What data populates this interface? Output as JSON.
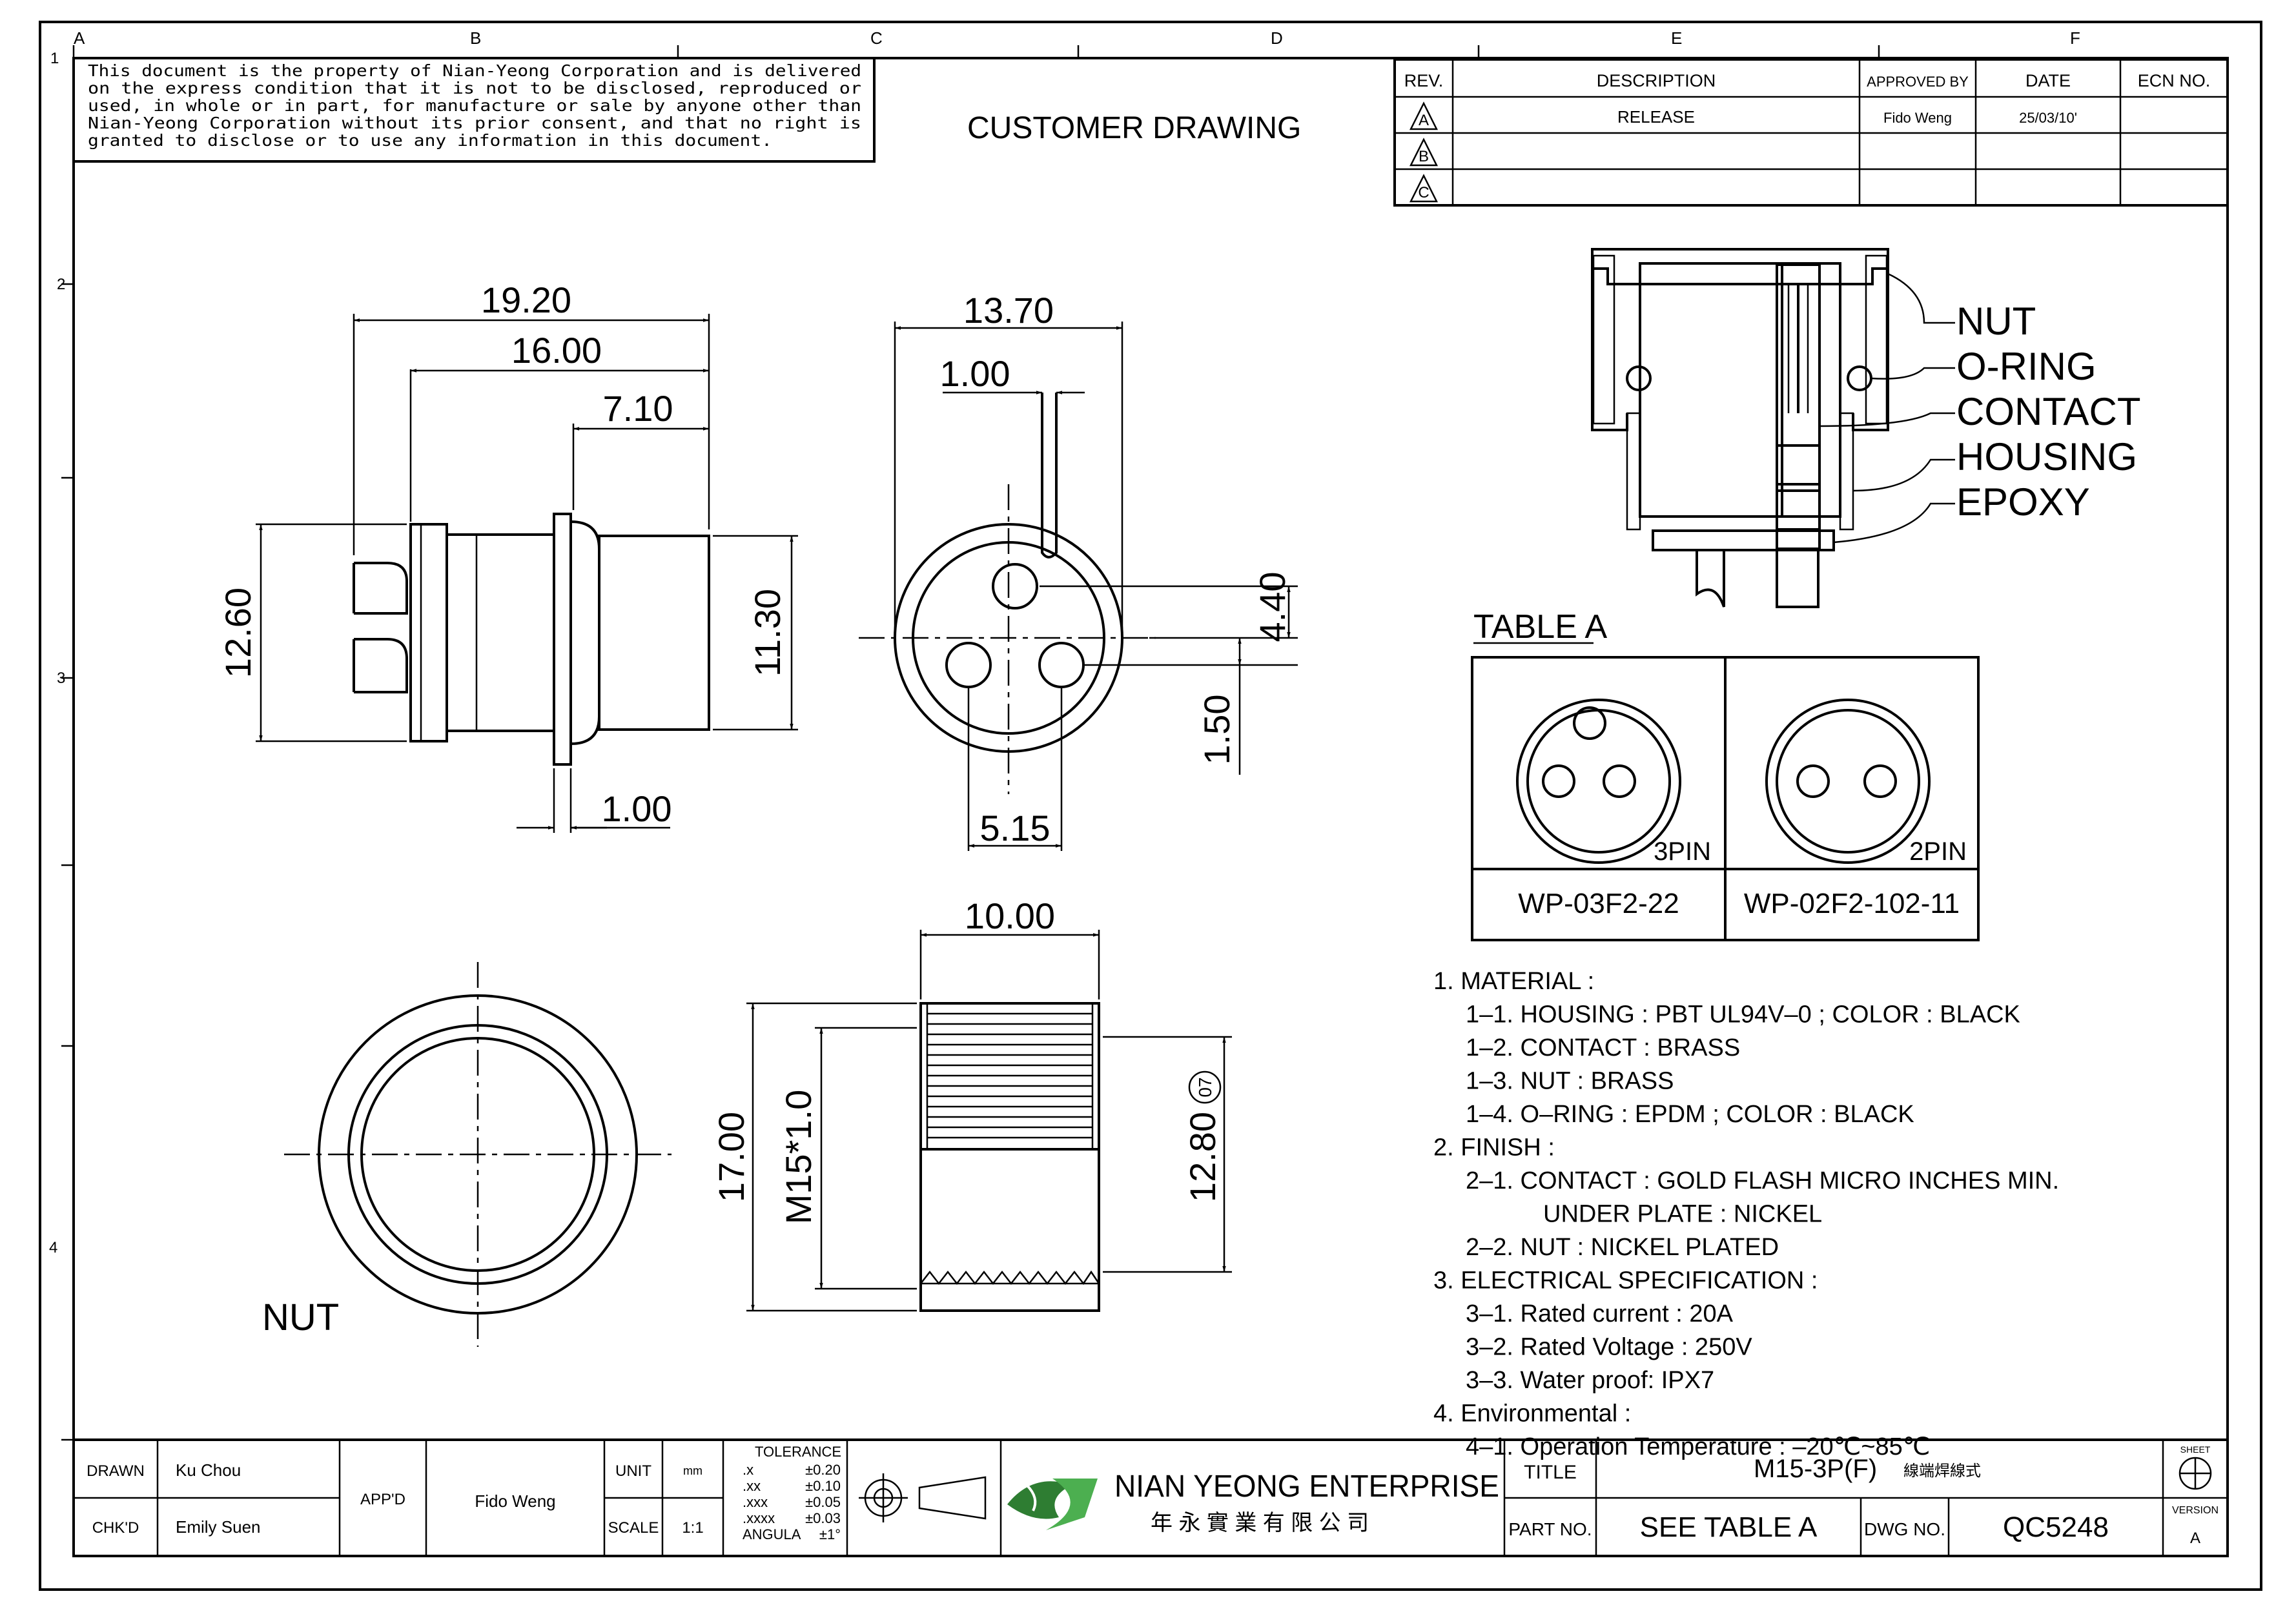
{
  "notice": [
    "This document is the property of Nian-Yeong Corporation and is delivered",
    "on  the  express condition that it is not to be disclosed, reproduced or",
    "used, in whole or in part, for manufacture or sale by anyone other than",
    "Nian-Yeong Corporation without  its prior consent, and that  no right  is",
    "granted to disclose or to use any information in this  document."
  ],
  "heading": "CUSTOMER  DRAWING",
  "zone_letters": [
    "A",
    "B",
    "C",
    "D",
    "E",
    "F"
  ],
  "zone_numbers": [
    "1",
    "2",
    "3",
    "4"
  ],
  "revision_table": {
    "headers": [
      "REV.",
      "DESCRIPTION",
      "APPROVED BY",
      "DATE",
      "ECN NO."
    ],
    "rows": [
      {
        "rev": "A",
        "description": "RELEASE",
        "approved_by": "Fido Weng",
        "date": "25/03/10'",
        "ecn": ""
      },
      {
        "rev": "B",
        "description": "",
        "approved_by": "",
        "date": "",
        "ecn": ""
      },
      {
        "rev": "C",
        "description": "",
        "approved_by": "",
        "date": "",
        "ecn": ""
      }
    ]
  },
  "side_view_dims": {
    "total": "19.20",
    "mid": "16.00",
    "front": "7.10",
    "height": "12.60",
    "body": "11.30",
    "flange": "1.00"
  },
  "front_view_dims": {
    "dia": "13.70",
    "slot": "1.00",
    "pin_offset": "4.40",
    "pin_lower": "1.50",
    "pin_spacing": "5.15"
  },
  "nut_dims": {
    "length": "10.00",
    "outer": "17.00",
    "thread": "M15*1.0",
    "inner": "12.80",
    "note_mark": "07"
  },
  "nut_label": "NUT",
  "section_labels": [
    "NUT",
    "O-RING",
    "CONTACT",
    "HOUSING",
    "EPOXY"
  ],
  "table_a": {
    "title": "TABLE A",
    "cells": [
      {
        "pins": "3PIN",
        "part": "WP-03F2-22"
      },
      {
        "pins": "2PIN",
        "part": "WP-02F2-102-11"
      }
    ]
  },
  "notes": [
    {
      "text": "1.  MATERIAL  :",
      "indent": 0
    },
    {
      "text": "1–1.  HOUSING  :  PBT  UL94V–0  ;  COLOR  :  BLACK",
      "indent": 1
    },
    {
      "text": "1–2.  CONTACT  :  BRASS",
      "indent": 1
    },
    {
      "text": "1–3.  NUT  :  BRASS",
      "indent": 1
    },
    {
      "text": "1–4.  O–RING  :  EPDM  ;  COLOR  :  BLACK",
      "indent": 1
    },
    {
      "text": "2.  FINISH  :",
      "indent": 0
    },
    {
      "text": "2–1.  CONTACT  :  GOLD  FLASH  MICRO  INCHES  MIN.",
      "indent": 1
    },
    {
      "text": "UNDER  PLATE  :  NICKEL",
      "indent": 2
    },
    {
      "text": "2–2.  NUT  :  NICKEL  PLATED",
      "indent": 1
    },
    {
      "text": "3.  ELECTRICAL  SPECIFICATION  :",
      "indent": 0
    },
    {
      "text": "3–1.  Rated  current  :  20A",
      "indent": 1
    },
    {
      "text": "3–2.  Rated  Voltage  :  250V",
      "indent": 1
    },
    {
      "text": "3–3.  Water  proof:  IPX7",
      "indent": 1
    },
    {
      "text": "4.  Environmental  :",
      "indent": 0
    },
    {
      "text": "4–1.  Operation  Temperature  :  –20℃~85℃",
      "indent": 1
    }
  ],
  "title_block": {
    "drawn_label": "DRAWN",
    "drawn": "Ku Chou",
    "checked_label": "CHK'D",
    "checked": "Emily Suen",
    "approved_label": "APP'D",
    "approved": "Fido Weng",
    "unit_label": "UNIT",
    "unit": "mm",
    "scale_label": "SCALE",
    "scale": "1:1",
    "tolerance_title": "TOLERANCE",
    "tolerances": [
      {
        "k": ".x",
        "v": "±0.20"
      },
      {
        "k": ".xx",
        "v": "±0.10"
      },
      {
        "k": ".xxx",
        "v": "±0.05"
      },
      {
        "k": ".xxxx",
        "v": "±0.03"
      },
      {
        "k": "ANGULA",
        "v": "±1°"
      }
    ],
    "company": "NIAN YEONG ENTERPRISE",
    "company_cn": "年 永 實 業 有 限 公 司",
    "title_label": "TITLE",
    "title": "M15-3P(F)",
    "title_cn": "線端焊線式",
    "part_label": "PART NO.",
    "part": "SEE  TABLE  A",
    "dwg_label": "DWG NO.",
    "dwg": "QC5248",
    "sheet_label": "SHEET",
    "version_label": "VERSION",
    "version": "A"
  }
}
